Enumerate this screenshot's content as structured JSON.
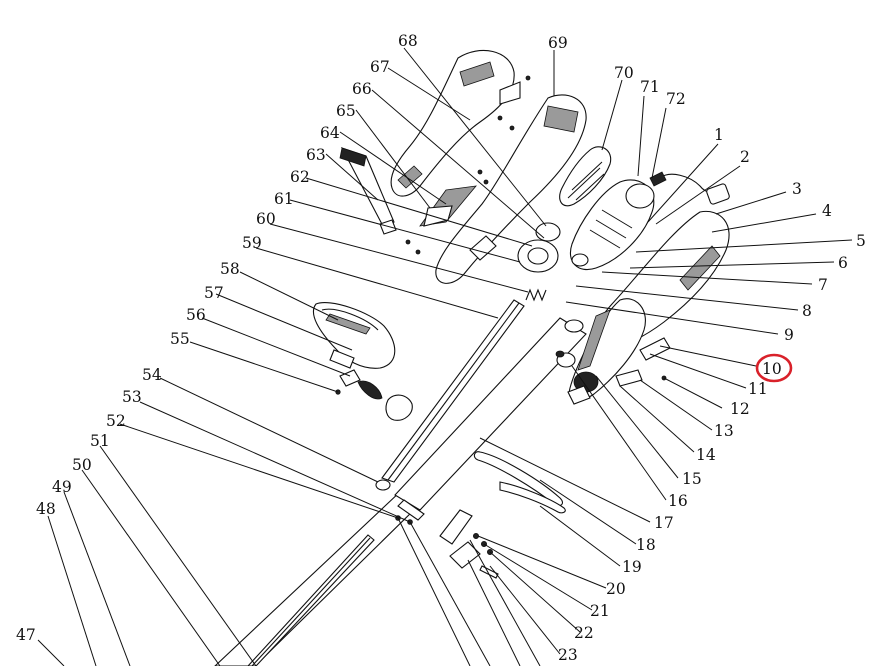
{
  "part_labels": [
    "1",
    "2",
    "3",
    "4",
    "5",
    "6",
    "7",
    "8",
    "9",
    "10",
    "11",
    "12",
    "13",
    "14",
    "15",
    "16",
    "17",
    "18",
    "19",
    "20",
    "21",
    "22",
    "23",
    "47",
    "48",
    "49",
    "50",
    "51",
    "52",
    "53",
    "54",
    "55",
    "56",
    "57",
    "58",
    "59",
    "60",
    "61",
    "62",
    "63",
    "64",
    "65",
    "66",
    "67",
    "68",
    "69",
    "70",
    "71",
    "72"
  ],
  "highlighted_label": "10",
  "highlight_color": "#d9212a"
}
